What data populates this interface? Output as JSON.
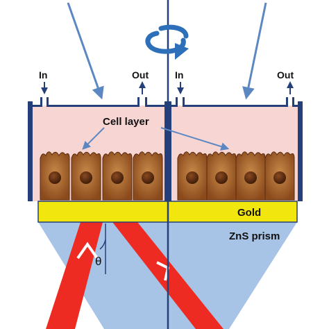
{
  "labels": {
    "in_left": "In",
    "out_left": "Out",
    "in_right": "In",
    "out_right": "Out",
    "cell_layer": "Cell layer",
    "gold": "Gold",
    "prism": "ZnS prism",
    "theta": "θ"
  },
  "colors": {
    "chamber_fill": "#f7d5d3",
    "chamber_frame": "#243f7a",
    "gold": "#f2e60f",
    "prism": "#a7c3e5",
    "laser": "#ee2b22",
    "arrow_blue": "#5b87c2",
    "cell_fill": "#a8642c",
    "nucleus": "#5a2c0f"
  },
  "icons": {
    "rotation": "rotation-arrow-icon",
    "inlet": "down-arrow-icon",
    "outlet": "up-arrow-icon"
  }
}
